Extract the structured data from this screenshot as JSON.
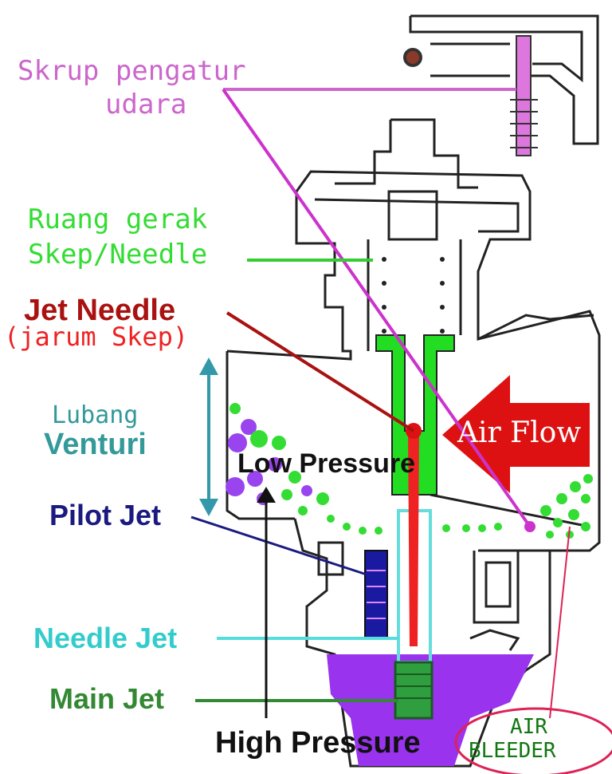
{
  "labels": {
    "skrup_line1": "Skrup pengatur",
    "skrup_line2": "udara",
    "ruang_line1": "Ruang gerak",
    "ruang_line2": "Skep/Needle",
    "jet_needle": "Jet Needle",
    "jarum_skep": "(jarum Skep)",
    "lubang": "Lubang",
    "venturi": "Venturi",
    "low_pressure": "Low Pressure",
    "air_flow": "Air Flow",
    "pilot_jet": "Pilot Jet",
    "needle_jet": "Needle Jet",
    "main_jet": "Main Jet",
    "high_pressure": "High Pressure",
    "air_line1": "AIR",
    "air_line2": "BLEEDER"
  },
  "colors": {
    "skrup": "#cc66cc",
    "ruang": "#33dd33",
    "jet_needle": "#aa1111",
    "jarum": "#ee2222",
    "venturi": "#339999",
    "pilot": "#1a1a80",
    "needle_jet": "#33cccc",
    "main_jet": "#338833",
    "air_bleeder": "#117711",
    "air_bleeder_ring": "#dd2255",
    "fuel": "#9933ee",
    "arrow": "#dd1111"
  }
}
